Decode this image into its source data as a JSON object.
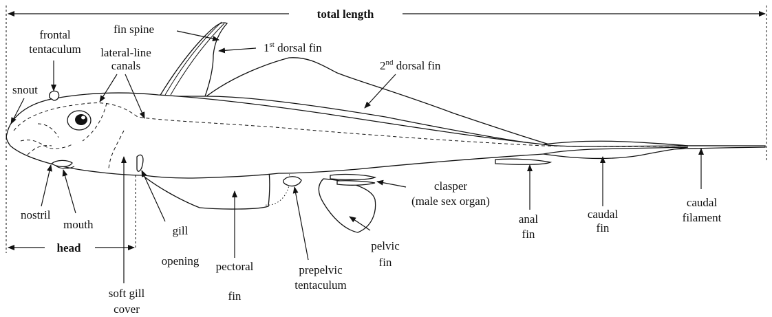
{
  "measurements": {
    "total_length": "total length",
    "head": "head"
  },
  "labels": {
    "fin_spine": "fin spine",
    "first_dorsal_num": "1",
    "first_dorsal_sup": "st",
    "first_dorsal_rest": " dorsal fin",
    "second_dorsal_num": "2",
    "second_dorsal_sup": "nd",
    "second_dorsal_rest": " dorsal fin",
    "frontal_tentaculum_1": "frontal",
    "frontal_tentaculum_2": "tentaculum",
    "lateral_line_1": "lateral-line",
    "lateral_line_2": "canals",
    "snout": "snout",
    "nostril": "nostril",
    "mouth": "mouth",
    "gill_opening_1": "gill",
    "gill_opening_2": "opening",
    "soft_gill_cover_1": "soft gill",
    "soft_gill_cover_2": "cover",
    "pectoral_fin_1": "pectoral",
    "pectoral_fin_2": "fin",
    "prepelvic_tentaculum_1": "prepelvic",
    "prepelvic_tentaculum_2": "tentaculum",
    "clasper_1": "clasper",
    "clasper_2": "(male sex organ)",
    "pelvic_fin_1": "pelvic",
    "pelvic_fin_2": "fin",
    "anal_fin_1": "anal",
    "anal_fin_2": "fin",
    "caudal_fin_1": "caudal",
    "caudal_fin_2": "fin",
    "caudal_filament_1": "caudal",
    "caudal_filament_2": "filament"
  }
}
